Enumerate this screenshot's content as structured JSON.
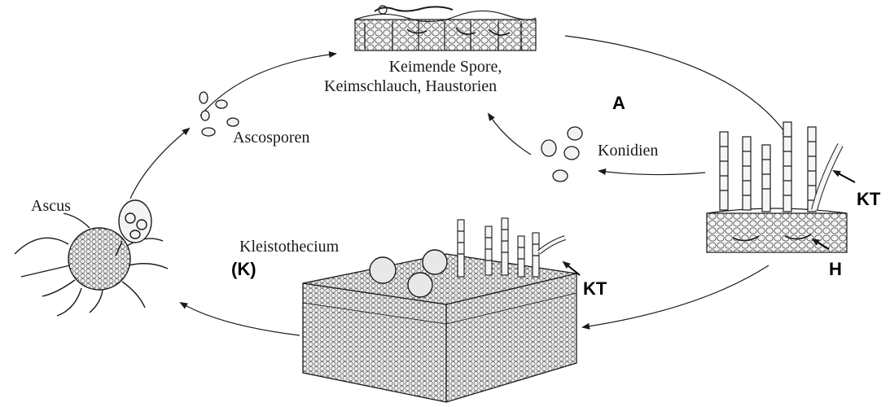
{
  "labels": {
    "top": "Keimende Spore,\nKeimschlauch, Haustorien",
    "top_line1": "Keimende Spore,",
    "top_line2": "Keimschlauch, Haustorien",
    "a": "A",
    "ascosporen": "Ascosporen",
    "konidien": "Konidien",
    "ascus": "Ascus",
    "kleistothecium": "Kleistothecium",
    "k": "(K)",
    "kt_right": "KT",
    "h": "H",
    "kt_bottom": "KT"
  },
  "colors": {
    "ink": "#1a1a1a",
    "background": "#ffffff"
  }
}
